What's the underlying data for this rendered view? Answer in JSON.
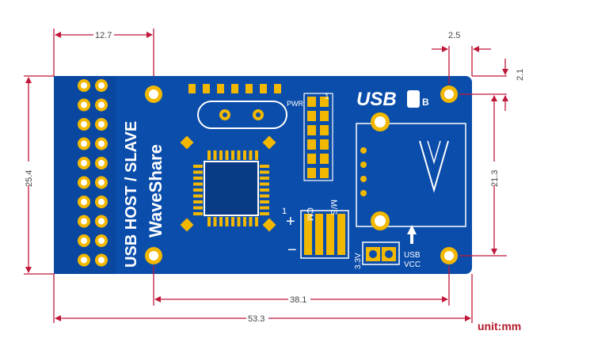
{
  "board": {
    "title": "USB HOST / SLAVE",
    "brand": "WaveShare",
    "pwr_label": "PWR",
    "pin1_label": "1",
    "cm_label": "CM",
    "ms_label": "M/S",
    "plus_label": "+",
    "minus_label": "−",
    "v33_label": "3.3V",
    "usb_label": "USB",
    "vcc_label": "VCC",
    "usb_logo_text": "USB",
    "usb_logo_badge": "B",
    "colors": {
      "pcb": "#0b4dab",
      "pad": "#f2b800",
      "dimension": "#c0183a"
    }
  },
  "dimensions": {
    "header_width": "12.7",
    "board_height": "25.4",
    "hole_offset_x": "2.5",
    "hole_offset_y": "2.1",
    "hole_spacing_v": "21.3",
    "hole_spacing_h": "38.1",
    "board_width": "53.3"
  },
  "unit_label": "unit:mm"
}
